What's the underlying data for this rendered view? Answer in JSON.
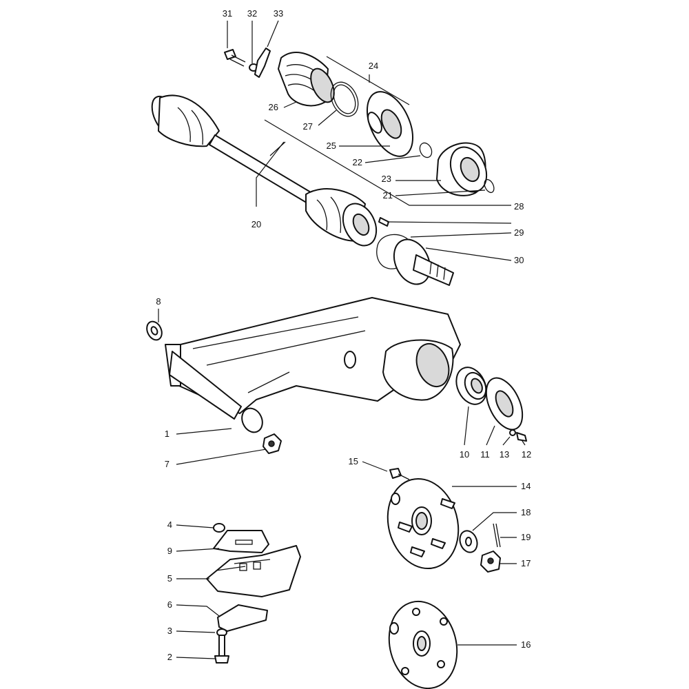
{
  "callouts": [
    {
      "id": "p1",
      "number": "1"
    },
    {
      "id": "p2",
      "number": "2"
    },
    {
      "id": "p3",
      "number": "3"
    },
    {
      "id": "p4",
      "number": "4"
    },
    {
      "id": "p5",
      "number": "5"
    },
    {
      "id": "p6",
      "number": "6"
    },
    {
      "id": "p7",
      "number": "7"
    },
    {
      "id": "p8",
      "number": "8"
    },
    {
      "id": "p9",
      "number": "9"
    },
    {
      "id": "p10",
      "number": "10"
    },
    {
      "id": "p11",
      "number": "11"
    },
    {
      "id": "p12",
      "number": "12"
    },
    {
      "id": "p13",
      "number": "13"
    },
    {
      "id": "p14",
      "number": "14"
    },
    {
      "id": "p15",
      "number": "15"
    },
    {
      "id": "p16",
      "number": "16"
    },
    {
      "id": "p17",
      "number": "17"
    },
    {
      "id": "p18",
      "number": "18"
    },
    {
      "id": "p19",
      "number": "19"
    },
    {
      "id": "p20",
      "number": "20"
    },
    {
      "id": "p21",
      "number": "21"
    },
    {
      "id": "p22",
      "number": "22"
    },
    {
      "id": "p23",
      "number": "23"
    },
    {
      "id": "p24",
      "number": "24"
    },
    {
      "id": "p25",
      "number": "25"
    },
    {
      "id": "p26",
      "number": "26"
    },
    {
      "id": "p27",
      "number": "27"
    },
    {
      "id": "p28",
      "number": "28"
    },
    {
      "id": "p29",
      "number": "29"
    },
    {
      "id": "p30",
      "number": "30"
    },
    {
      "id": "p31",
      "number": "31"
    },
    {
      "id": "p32",
      "number": "32"
    },
    {
      "id": "p33",
      "number": "33"
    }
  ]
}
